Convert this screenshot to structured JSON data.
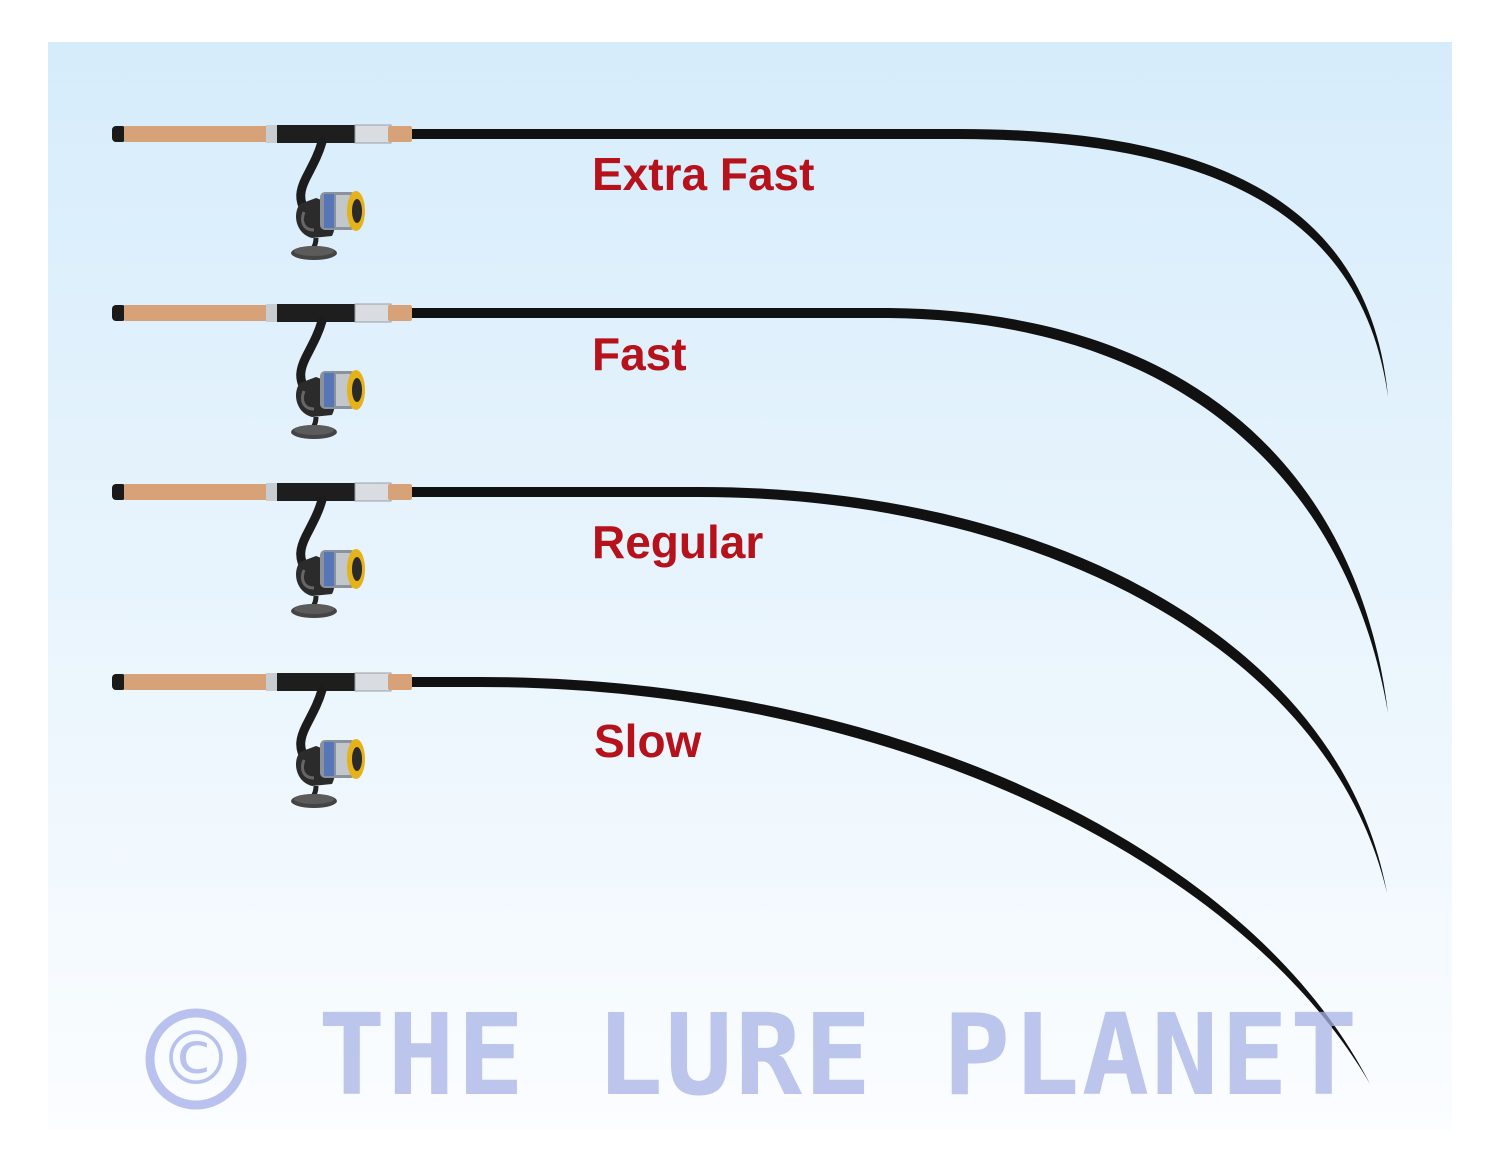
{
  "rods": [
    {
      "label": "Extra Fast"
    },
    {
      "label": "Fast"
    },
    {
      "label": "Regular"
    },
    {
      "label": "Slow"
    }
  ],
  "watermark": {
    "symbol": "©",
    "text": "THE LURE PLANET"
  },
  "colors": {
    "label": "#b5121b",
    "blank": "#111111",
    "cork": "#d7a277",
    "spool_rim": "#e6b21a",
    "watermark": "#a9b3e6"
  },
  "icons": [
    "spinning-reel-icon",
    "copyright-icon"
  ]
}
